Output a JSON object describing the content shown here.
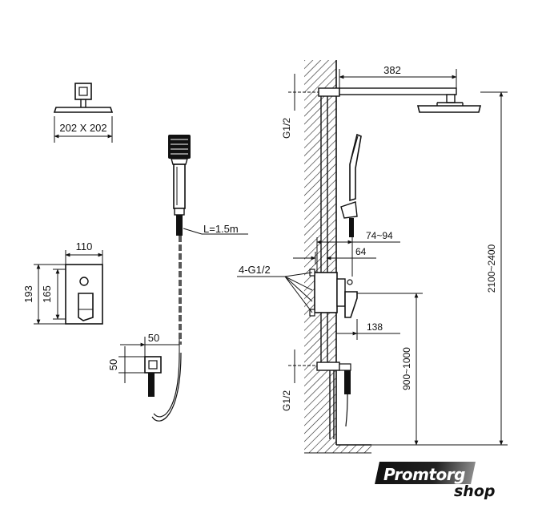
{
  "dimensions": {
    "head_size": "202 X 202",
    "arm_length": "382",
    "pipe_thread_top": "G1/2",
    "pipe_thread_bottom": "G1/2",
    "hose_length": "L=1.5m",
    "body_depth": "74~94",
    "body_inner": "64",
    "body_outlets": "4-G1/2",
    "lever_reach": "138",
    "mixer_height_range": "900~1000",
    "head_height_range": "2100~2400",
    "plate_width": "110",
    "plate_height_outer": "193",
    "plate_height_inner": "165",
    "elbow_width": "50",
    "elbow_height": "50"
  },
  "logo": {
    "brand": "Promtorg",
    "suffix": "shop"
  }
}
